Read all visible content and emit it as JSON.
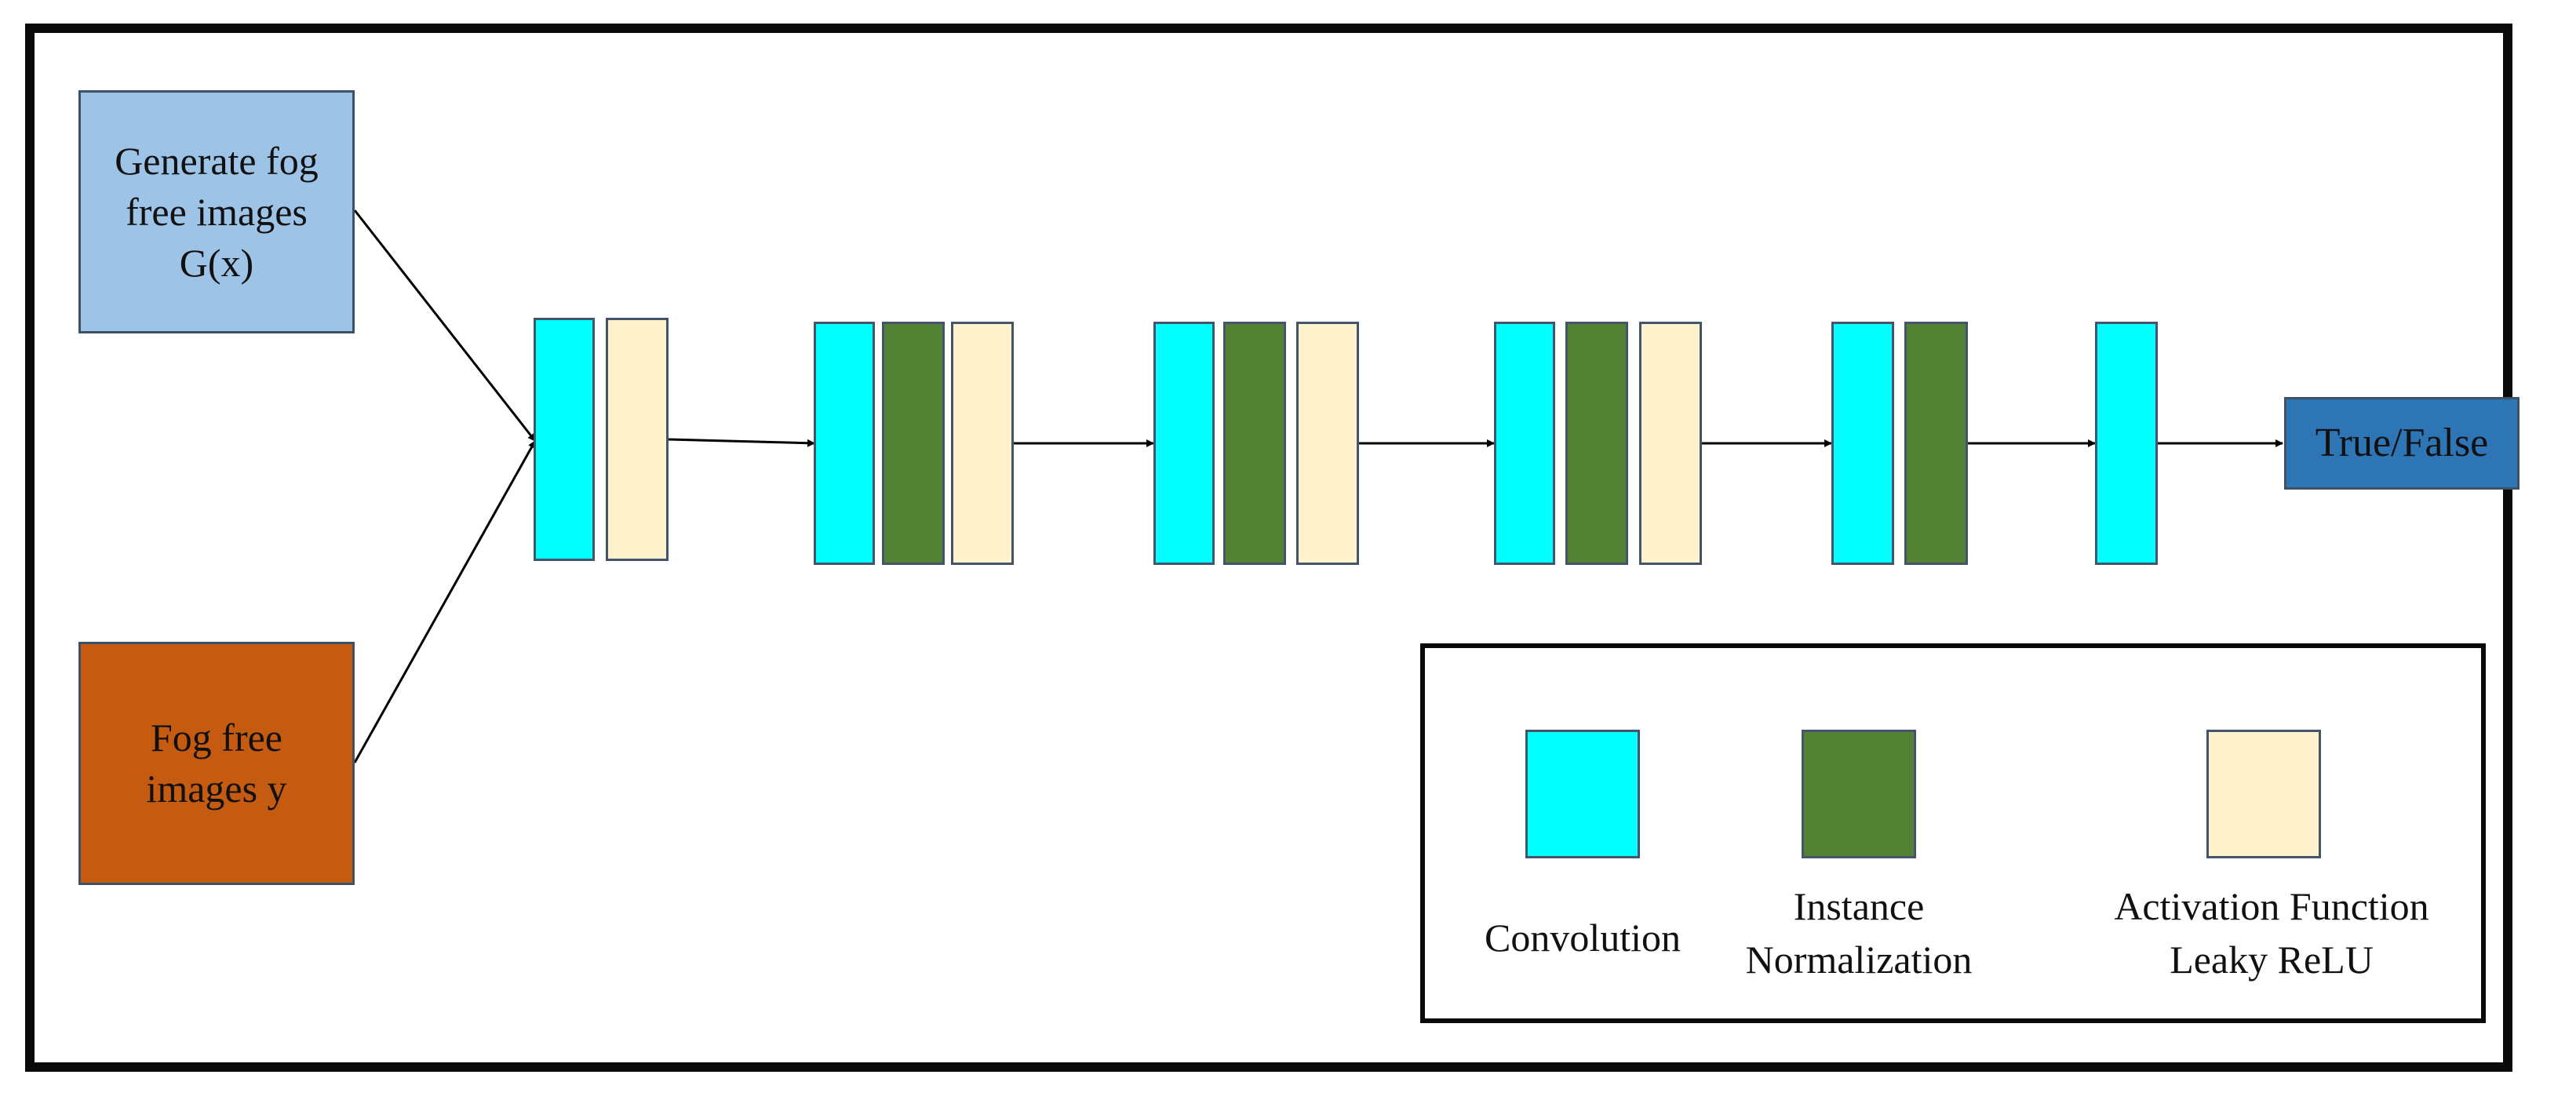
{
  "nodes": {
    "generated_images": "Generate fog\nfree images\nG(x)",
    "real_images": "Fog free\nimages y",
    "output": "True/False"
  },
  "layers": [
    [
      "Convolution",
      "Activation Function Leaky ReLU"
    ],
    [
      "Convolution",
      "Instance Normalization",
      "Activation Function Leaky ReLU"
    ],
    [
      "Convolution",
      "Instance Normalization",
      "Activation Function Leaky ReLU"
    ],
    [
      "Convolution",
      "Instance Normalization",
      "Activation Function Leaky ReLU"
    ],
    [
      "Convolution",
      "Instance Normalization"
    ],
    [
      "Convolution"
    ]
  ],
  "legend": {
    "convolution": "Convolution",
    "instance_normalization": "Instance\nNormalization",
    "activation": "Activation Function\nLeaky ReLU"
  },
  "colors": {
    "convolution": "#00ffff",
    "instance_normalization": "#548235",
    "activation": "#fff2cc",
    "generated_images": "#9dc3e6",
    "real_images": "#c55a11",
    "output": "#2e75b6"
  }
}
